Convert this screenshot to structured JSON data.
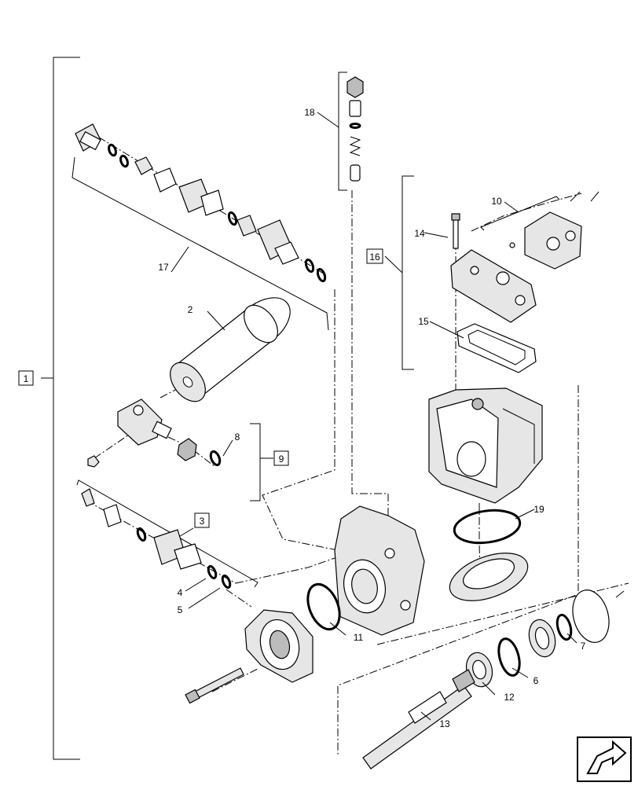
{
  "callouts": {
    "c1": "1",
    "c2": "2",
    "c3": "3",
    "c4": "4",
    "c5": "5",
    "c6": "6",
    "c7": "7",
    "c8": "8",
    "c9": "9",
    "c10": "10",
    "c11": "11",
    "c12": "12",
    "c13": "13",
    "c14": "14",
    "c15": "15",
    "c16": "16",
    "c17": "17",
    "c18": "18",
    "c19": "19"
  },
  "nav_icon": "next-page-arrow-icon"
}
